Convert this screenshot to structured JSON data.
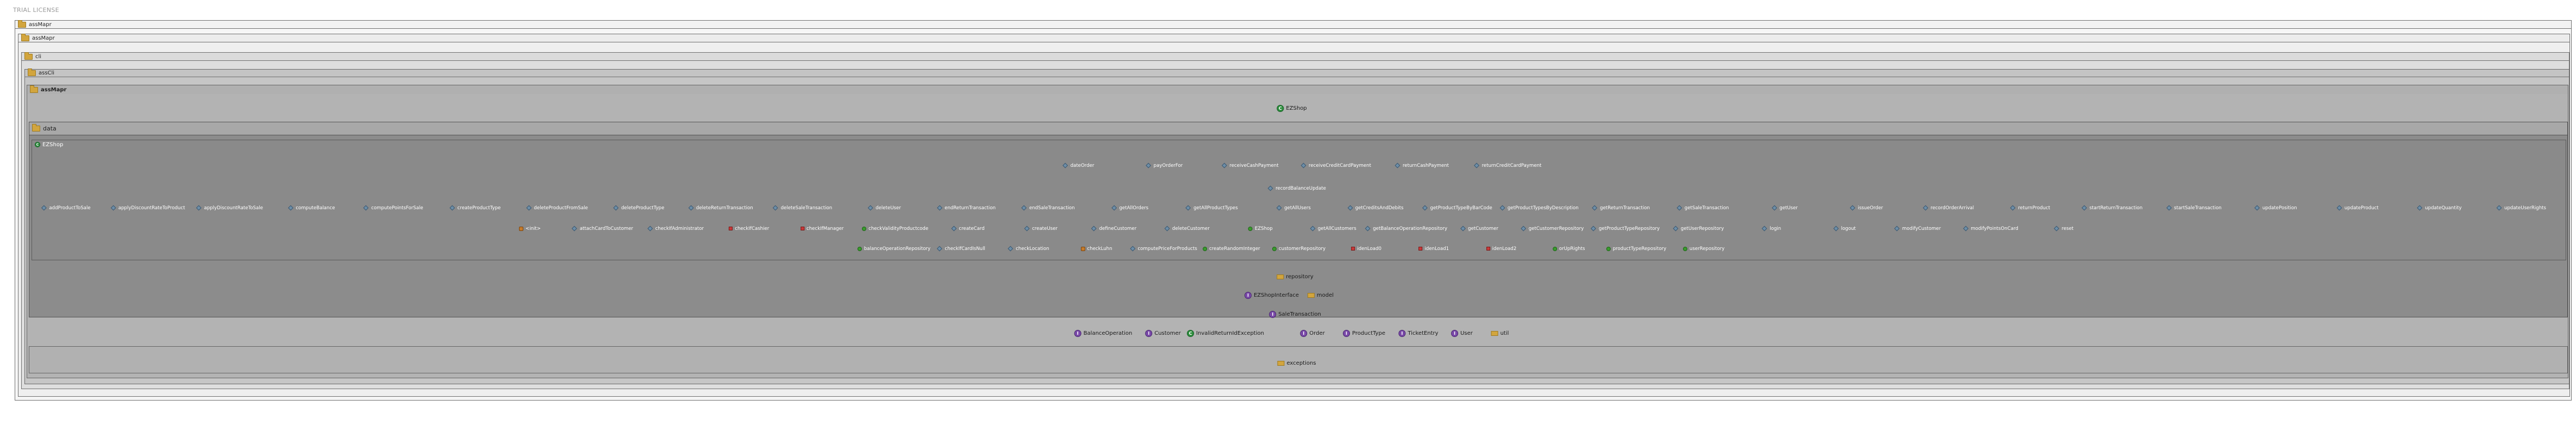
{
  "license": "TRIAL LICENSE",
  "frames": {
    "f0": "assMapr",
    "f1": "assMapr",
    "f2": "cli",
    "f3": "assCli",
    "f4": "assMapr",
    "f5": "data",
    "f6": "EZShop"
  },
  "top_class": "EZShop",
  "rows": {
    "r1": [
      {
        "kind": "field",
        "label": "dateOrder"
      },
      {
        "kind": "field",
        "label": "payOrderFor"
      },
      {
        "kind": "field",
        "label": "receiveCashPayment"
      },
      {
        "kind": "field",
        "label": "receiveCreditCardPayment"
      },
      {
        "kind": "field",
        "label": "returnCashPayment"
      },
      {
        "kind": "field",
        "label": "returnCreditCardPayment"
      }
    ],
    "r2": [
      {
        "kind": "field",
        "label": "recordBalanceUpdate"
      }
    ],
    "r3": [
      {
        "kind": "field",
        "label": "addProductToSale"
      },
      {
        "kind": "field",
        "label": "applyDiscountRateToProduct"
      },
      {
        "kind": "field",
        "label": "applyDiscountRateToSale"
      },
      {
        "kind": "field",
        "label": "computeBalance"
      },
      {
        "kind": "field",
        "label": "computePointsForSale"
      },
      {
        "kind": "field",
        "label": "createProductType"
      },
      {
        "kind": "field",
        "label": "deleteProductFromSale"
      },
      {
        "kind": "field",
        "label": "deleteProductType"
      },
      {
        "kind": "field",
        "label": "deleteReturnTransaction"
      },
      {
        "kind": "field",
        "label": "deleteSaleTransaction"
      },
      {
        "kind": "field",
        "label": "deleteUser"
      },
      {
        "kind": "field",
        "label": "endReturnTransaction"
      },
      {
        "kind": "field",
        "label": "endSaleTransaction"
      },
      {
        "kind": "field",
        "label": "getAllOrders"
      },
      {
        "kind": "field",
        "label": "getAllProductTypes"
      },
      {
        "kind": "field",
        "label": "getAllUsers"
      },
      {
        "kind": "field",
        "label": "getCreditsAndDebits"
      },
      {
        "kind": "field",
        "label": "getProductTypeByBarCode"
      },
      {
        "kind": "field",
        "label": "getProductTypesByDescription"
      },
      {
        "kind": "field",
        "label": "getReturnTransaction"
      },
      {
        "kind": "field",
        "label": "getSaleTransaction"
      },
      {
        "kind": "field",
        "label": "getUser"
      },
      {
        "kind": "field",
        "label": "issueOrder"
      },
      {
        "kind": "field",
        "label": "recordOrderArrival"
      },
      {
        "kind": "field",
        "label": "returnProduct"
      },
      {
        "kind": "field",
        "label": "startReturnTransaction"
      },
      {
        "kind": "field",
        "label": "startSaleTransaction"
      },
      {
        "kind": "field",
        "label": "updatePosition"
      },
      {
        "kind": "field",
        "label": "updateProduct"
      },
      {
        "kind": "field",
        "label": "updateQuantity"
      },
      {
        "kind": "field",
        "label": "updateUserRights"
      }
    ],
    "r4": [
      {
        "kind": "ctor",
        "label": "<init>"
      },
      {
        "kind": "field",
        "label": "attachCardToCustomer"
      },
      {
        "kind": "field",
        "label": "checkIfAdministrator"
      },
      {
        "kind": "priv",
        "label": "checkIfCashier"
      },
      {
        "kind": "priv",
        "label": "checkIfManager"
      },
      {
        "kind": "method",
        "label": "checkValidityProductcode"
      },
      {
        "kind": "field",
        "label": "createCard"
      },
      {
        "kind": "field",
        "label": "createUser"
      },
      {
        "kind": "field",
        "label": "defineCustomer"
      },
      {
        "kind": "field",
        "label": "deleteCustomer"
      },
      {
        "kind": "method",
        "label": "EZShop"
      },
      {
        "kind": "field",
        "label": "getAllCustomers"
      },
      {
        "kind": "field",
        "label": "getBalanceOperationRepository"
      },
      {
        "kind": "field",
        "label": "getCustomer"
      },
      {
        "kind": "field",
        "label": "getCustomerRepository"
      },
      {
        "kind": "field",
        "label": "getProductTypeRepository"
      },
      {
        "kind": "field",
        "label": "getUserRepository"
      },
      {
        "kind": "field",
        "label": "login"
      },
      {
        "kind": "field",
        "label": "logout"
      },
      {
        "kind": "field",
        "label": "modifyCustomer"
      },
      {
        "kind": "field",
        "label": "modifyPointsOnCard"
      },
      {
        "kind": "field",
        "label": "reset"
      }
    ],
    "r5": [
      {
        "kind": "method",
        "label": "balanceOperationRepository"
      },
      {
        "kind": "field",
        "label": "checkIfCardIsNull"
      },
      {
        "kind": "field",
        "label": "checkLocation"
      },
      {
        "kind": "ctor",
        "label": "checkLuhn"
      },
      {
        "kind": "field",
        "label": "computePriceForProducts"
      },
      {
        "kind": "method",
        "label": "createRandomInteger"
      },
      {
        "kind": "method",
        "label": "customerRepository"
      },
      {
        "kind": "priv",
        "label": "idenLoad0"
      },
      {
        "kind": "priv",
        "label": "idenLoad1"
      },
      {
        "kind": "priv",
        "label": "idenLoad2"
      },
      {
        "kind": "method",
        "label": "orUpRights"
      },
      {
        "kind": "method",
        "label": "productTypeRepository"
      },
      {
        "kind": "method",
        "label": "userRepository"
      }
    ]
  },
  "model_nodes": {
    "repository": {
      "kind": "pkg",
      "label": "repository"
    },
    "row1": [
      {
        "kind": "iface",
        "label": "EZShopInterface"
      },
      {
        "kind": "pkg",
        "label": "model"
      }
    ],
    "row2": [
      {
        "kind": "iface",
        "label": "SaleTransaction"
      }
    ],
    "row3": [
      {
        "kind": "iface",
        "label": "BalanceOperation"
      },
      {
        "kind": "iface",
        "label": "Customer"
      },
      {
        "kind": "class",
        "label": "InvalidReturnIdException"
      },
      {
        "kind": "iface",
        "label": "Order"
      },
      {
        "kind": "iface",
        "label": "ProductType"
      },
      {
        "kind": "iface",
        "label": "TicketEntry"
      },
      {
        "kind": "iface",
        "label": "User"
      },
      {
        "kind": "pkg",
        "label": "util"
      }
    ]
  },
  "bottom_pkg": "exceptions",
  "colors": {
    "frame_light": "#f2f2f2",
    "frame_mid": "#dcdcdc",
    "frame_grey": "#b3b3b3",
    "frame_dark": "#8a8a8a"
  }
}
